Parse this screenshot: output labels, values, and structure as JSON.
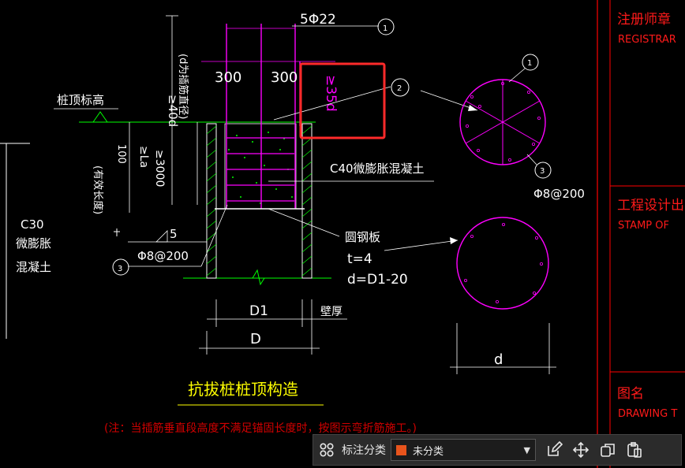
{
  "drawing": {
    "bar_spec": "5Φ22",
    "anchor_len": "≥40d",
    "anchor_note": "(d为插筋直径)",
    "dim_300_a": "300",
    "dim_300_b": "300",
    "dim_35d": "≥35d",
    "pile_top_label": "桩顶标高",
    "dim_100": "100",
    "dim_la": "≥La",
    "dim_3000": "≥3000",
    "effective_len": "(有效长度)",
    "concrete_spec": "C40微膨胀混凝土",
    "steel_plate_title": "圆钢板",
    "steel_plate_t": "t=4",
    "steel_plate_d": "d=D1-20",
    "weld": "5",
    "stirrup_left": "Φ8@200",
    "stirrup_right": "Φ8@200",
    "c30_line1": "C30",
    "c30_line2": "微膨胀",
    "c30_line3": "混凝土",
    "dim_d1": "D1",
    "dim_D": "D",
    "wall_thickness": "壁厚",
    "dim_d_small": "d",
    "callout_1": "1",
    "callout_2": "2",
    "callout_3": "3",
    "callout_small_1": "1",
    "callout_small_3": "3",
    "title": "抗拔桩桩顶构造",
    "note": "(注：当插筋垂直段高度不满足锚固长度时，按图示弯折筋施工。)"
  },
  "title_block": {
    "registrar_cn": "注册师章",
    "registrar_en": "REGISTRAR",
    "stamp_cn": "工程设计出图",
    "stamp_en": "STAMP OF",
    "drawing_title_cn": "图名",
    "drawing_title_en": "DRAWING T"
  },
  "toolbar": {
    "category_label": "标注分类",
    "category_value": "未分类",
    "swatch_color": "#e8541c"
  },
  "colors": {
    "magenta": "#ff00ff",
    "white": "#ffffff",
    "green": "#00ff00",
    "yellow": "#ffff00",
    "red_text": "#d00000",
    "title_red": "#c80000",
    "highlight": "#ff2a2a"
  }
}
